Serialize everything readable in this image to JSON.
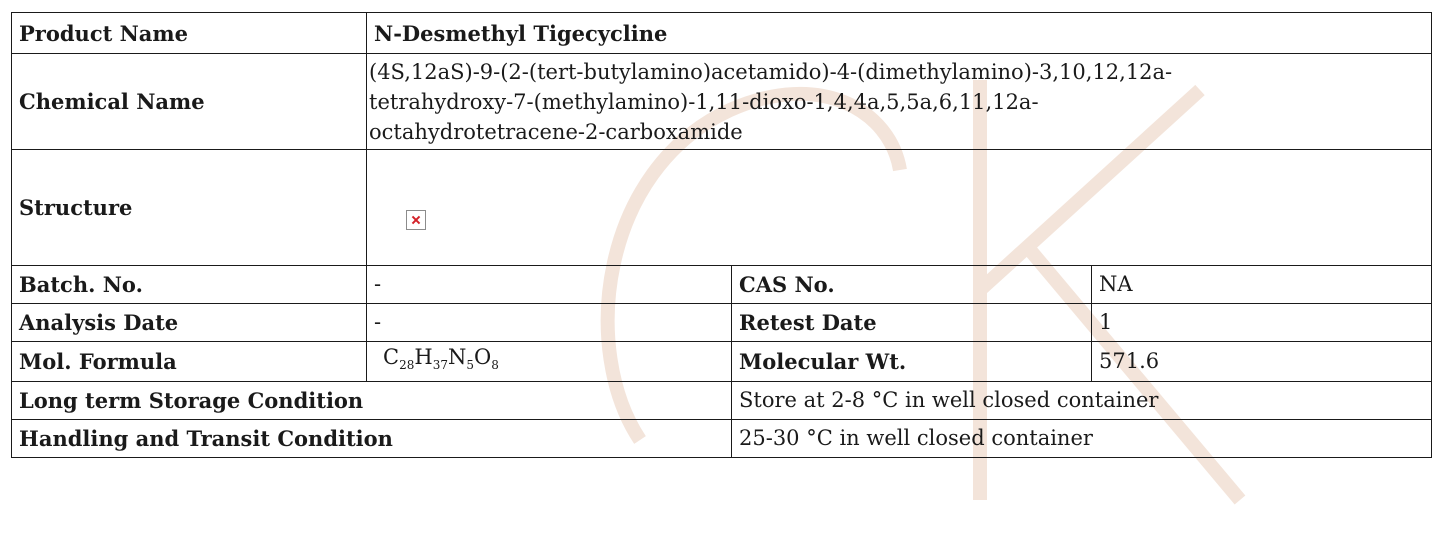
{
  "product_name": {
    "label": "Product Name",
    "value": "N-Desmethyl Tigecycline"
  },
  "chemical_name": {
    "label": "Chemical Name",
    "value_lines": [
      "(4S,12aS)-9-(2-(tert-butylamino)acetamido)-4-(dimethylamino)-3,10,12,12a-",
      "tetrahydroxy-7-(methylamino)-1,11-dioxo-1,4,4a,5,5a,6,11,12a-",
      "octahydrotetracene-2-carboxamide"
    ]
  },
  "structure": {
    "label": "Structure",
    "image_icon": "broken-image-icon"
  },
  "batch_no": {
    "label": "Batch. No.",
    "value": "-"
  },
  "cas_no": {
    "label": "CAS No.",
    "value": "NA"
  },
  "analysis_date": {
    "label": "Analysis Date",
    "value": "-"
  },
  "retest_date": {
    "label": "Retest Date",
    "value": "1"
  },
  "mol_formula": {
    "label": "Mol. Formula",
    "parts": [
      {
        "el": "C",
        "n": "28"
      },
      {
        "el": "H",
        "n": "37"
      },
      {
        "el": "N",
        "n": "5"
      },
      {
        "el": "O",
        "n": "8"
      }
    ]
  },
  "molecular_wt": {
    "label": "Molecular Wt.",
    "value": "571.6"
  },
  "long_term_storage": {
    "label": "Long term Storage Condition",
    "value": "Store at 2-8 °C in well closed container"
  },
  "handling_transit": {
    "label": "Handling and Transit Condition",
    "value": "25-30 °C in well closed container"
  },
  "watermark_color": "#f2e2d8"
}
